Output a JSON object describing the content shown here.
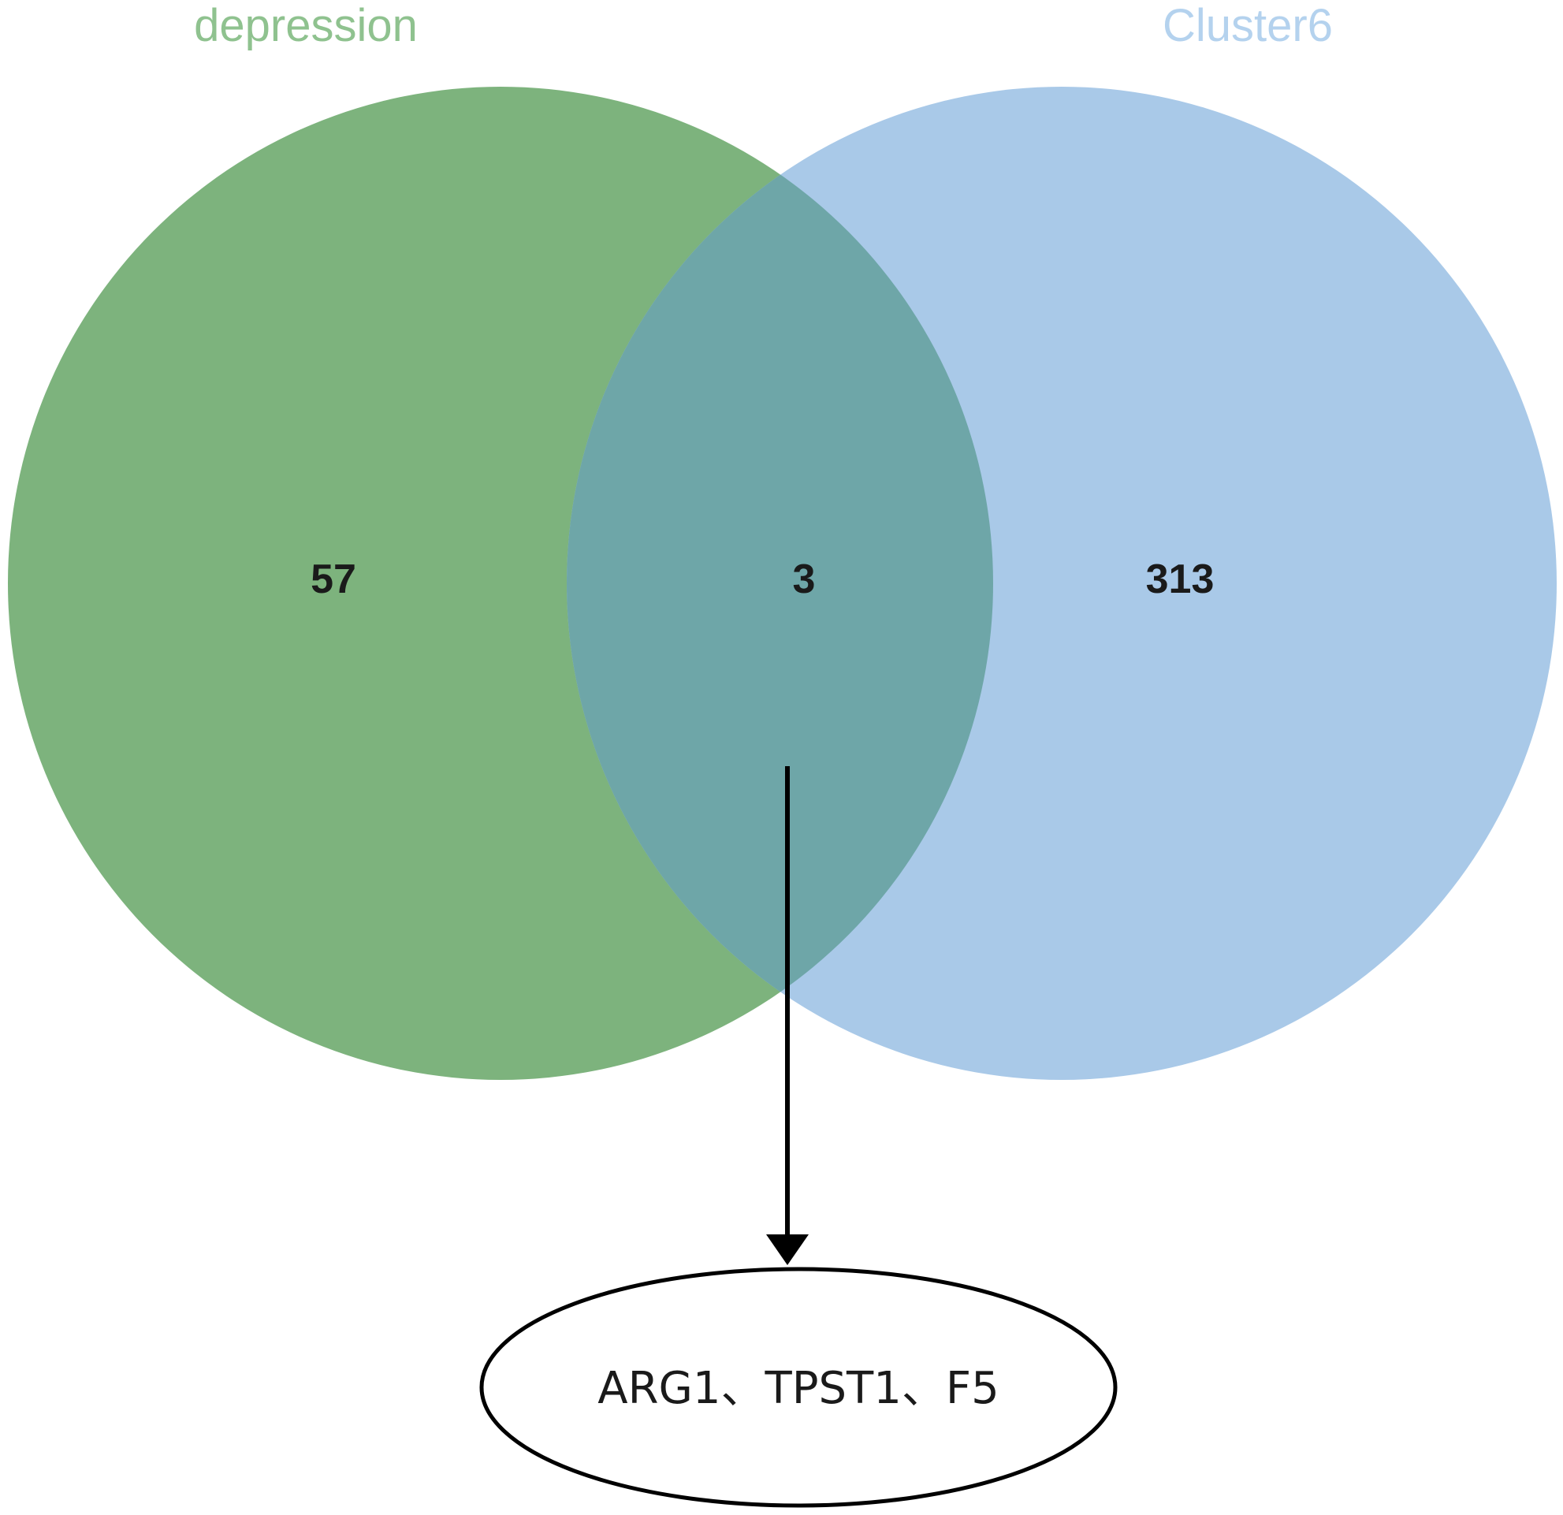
{
  "sets": [
    {
      "name": "depression",
      "color": "#7db37d",
      "label_color": "#8fc28f"
    },
    {
      "name": "Cluster6",
      "color": "#a9c9e8",
      "label_color": "#b4d2ee"
    }
  ],
  "regions": {
    "left_only": "57",
    "intersection": "3",
    "right_only": "313"
  },
  "overlap_color": "#6ea6a8",
  "result": {
    "text": "ARG1、TPST1、F5"
  }
}
